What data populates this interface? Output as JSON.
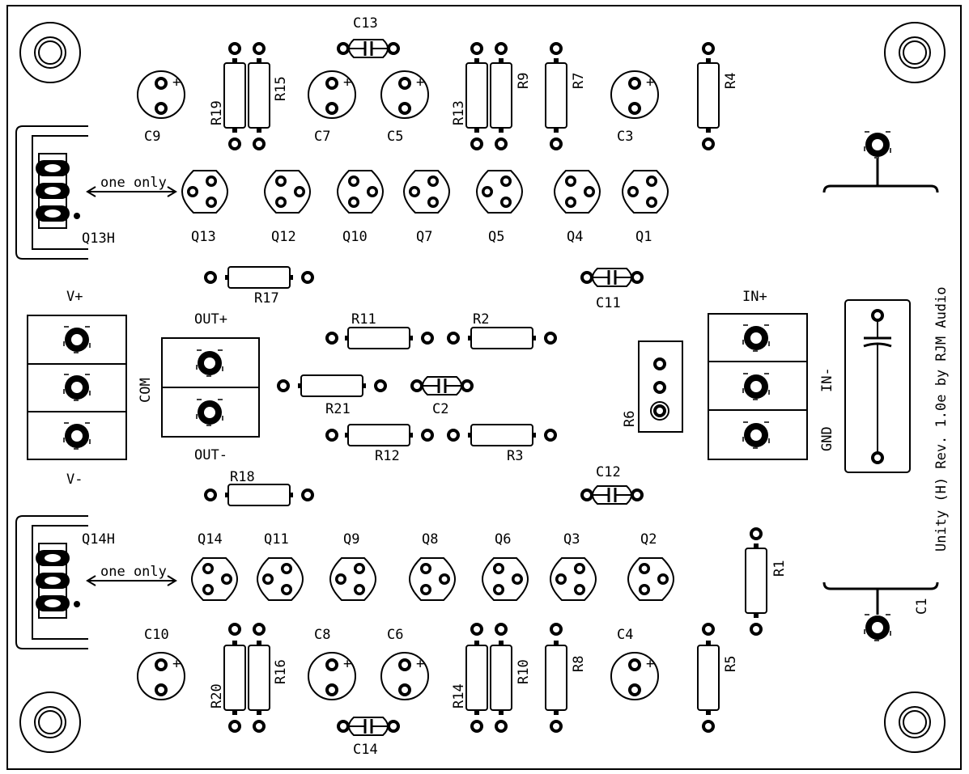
{
  "title": "Unity (H) Rev. 1.0e by RJM Audio",
  "note_text": "one only",
  "terminals": {
    "supply": [
      "V+",
      "COM",
      "V-"
    ],
    "output": [
      "OUT+",
      "OUT-"
    ],
    "input": [
      "IN+",
      "IN-",
      "GND"
    ]
  },
  "heatsink_transistors": [
    "Q13H",
    "Q14H"
  ],
  "transistors_top": [
    "Q13",
    "Q12",
    "Q10",
    "Q7",
    "Q5",
    "Q4",
    "Q1"
  ],
  "transistors_bottom": [
    "Q14",
    "Q11",
    "Q9",
    "Q8",
    "Q6",
    "Q3",
    "Q2"
  ],
  "electrolytic_caps_top": [
    "C9",
    "C7",
    "C5",
    "C3"
  ],
  "electrolytic_caps_bottom": [
    "C10",
    "C8",
    "C6",
    "C4"
  ],
  "film_caps": [
    "C13",
    "C11",
    "C2",
    "C12",
    "C14",
    "C1"
  ],
  "resistors_vertical_top": [
    "R19",
    "R15",
    "R13",
    "R9",
    "R7",
    "R4"
  ],
  "resistors_vertical_bottom": [
    "R20",
    "R16",
    "R14",
    "R10",
    "R8",
    "R5",
    "R1"
  ],
  "resistors_horizontal": [
    "R17",
    "R11",
    "R2",
    "R21",
    "R12",
    "R3",
    "R18"
  ],
  "trimmer": "R6",
  "plus_sign": "+"
}
